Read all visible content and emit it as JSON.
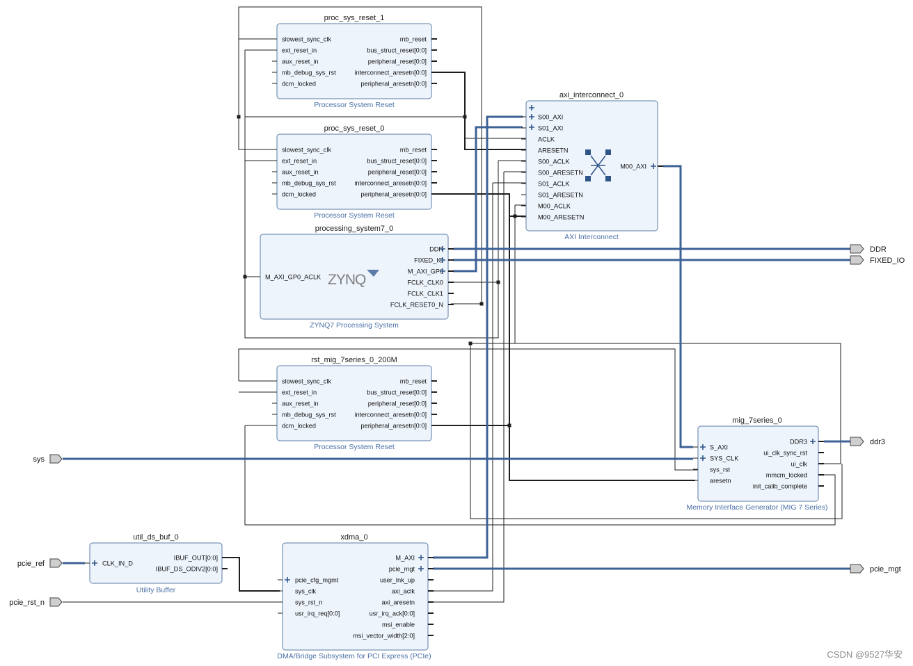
{
  "colors": {
    "block_fill": "#eef4fc",
    "block_border": "#5b7ca6",
    "bus": "#3d6296",
    "wire": "#1e1e1e",
    "subtitle": "#4a70a6"
  },
  "blocks": [
    {
      "id": "proc_sys_reset_1",
      "title": "proc_sys_reset_1",
      "subtitle": "Processor System Reset",
      "left": [
        "slowest_sync_clk",
        "ext_reset_in",
        "aux_reset_in",
        "mb_debug_sys_rst",
        "dcm_locked"
      ],
      "right": [
        "mb_reset",
        "bus_struct_reset[0:0]",
        "peripheral_reset[0:0]",
        "interconnect_aresetn[0:0]",
        "peripheral_aresetn[0:0]"
      ]
    },
    {
      "id": "proc_sys_reset_0",
      "title": "proc_sys_reset_0",
      "subtitle": "Processor System Reset",
      "left": [
        "slowest_sync_clk",
        "ext_reset_in",
        "aux_reset_in",
        "mb_debug_sys_rst",
        "dcm_locked"
      ],
      "right": [
        "mb_reset",
        "bus_struct_reset[0:0]",
        "peripheral_reset[0:0]",
        "interconnect_aresetn[0:0]",
        "peripheral_aresetn[0:0]"
      ]
    },
    {
      "id": "processing_system7_0",
      "title": "processing_system7_0",
      "subtitle": "ZYNQ7 Processing System",
      "logo": "ZYNQ",
      "left": [
        "M_AXI_GP0_ACLK"
      ],
      "right": [
        "DDR",
        "FIXED_IO",
        "M_AXI_GP0",
        "FCLK_CLK0",
        "FCLK_CLK1",
        "FCLK_RESET0_N"
      ]
    },
    {
      "id": "axi_interconnect_0",
      "title": "axi_interconnect_0",
      "subtitle": "AXI Interconnect",
      "left": [
        "S00_AXI",
        "S01_AXI",
        "ACLK",
        "ARESETN",
        "S00_ACLK",
        "S00_ARESETN",
        "S01_ACLK",
        "S01_ARESETN",
        "M00_ACLK",
        "M00_ARESETN"
      ],
      "right": [
        "M00_AXI"
      ]
    },
    {
      "id": "rst_mig_7series_0_200M",
      "title": "rst_mig_7series_0_200M",
      "subtitle": "Processor System Reset",
      "left": [
        "slowest_sync_clk",
        "ext_reset_in",
        "aux_reset_in",
        "mb_debug_sys_rst",
        "dcm_locked"
      ],
      "right": [
        "mb_reset",
        "bus_struct_reset[0:0]",
        "peripheral_reset[0:0]",
        "interconnect_aresetn[0:0]",
        "peripheral_aresetn[0:0]"
      ]
    },
    {
      "id": "mig_7series_0",
      "title": "mig_7series_0",
      "subtitle": "Memory Interface Generator (MIG 7 Series)",
      "left": [
        "S_AXI",
        "SYS_CLK",
        "sys_rst",
        "aresetn"
      ],
      "right": [
        "DDR3",
        "ui_clk_sync_rst",
        "ui_clk",
        "mmcm_locked",
        "init_calib_complete"
      ]
    },
    {
      "id": "util_ds_buf_0",
      "title": "util_ds_buf_0",
      "subtitle": "Utility Buffer",
      "left": [
        "CLK_IN_D"
      ],
      "right": [
        "IBUF_OUT[0:0]",
        "IBUF_DS_ODIV2[0:0]"
      ]
    },
    {
      "id": "xdma_0",
      "title": "xdma_0",
      "subtitle": "DMA/Bridge Subsystem for PCI Express (PCIe)",
      "left": [
        "pcie_cfg_mgmt",
        "sys_clk",
        "sys_rst_n",
        "usr_irq_req[0:0]"
      ],
      "right": [
        "M_AXI",
        "pcie_mgt",
        "user_lnk_up",
        "axi_aclk",
        "axi_aresetn",
        "usr_irq_ack[0:0]",
        "msi_enable",
        "msi_vector_width[2:0]"
      ]
    }
  ],
  "external_ports": {
    "outputs": [
      "DDR",
      "FIXED_IO",
      "ddr3",
      "pcie_mgt"
    ],
    "inputs": [
      "sys",
      "pcie_ref",
      "pcie_rst_n"
    ]
  },
  "watermark": "CSDN @9527华安"
}
